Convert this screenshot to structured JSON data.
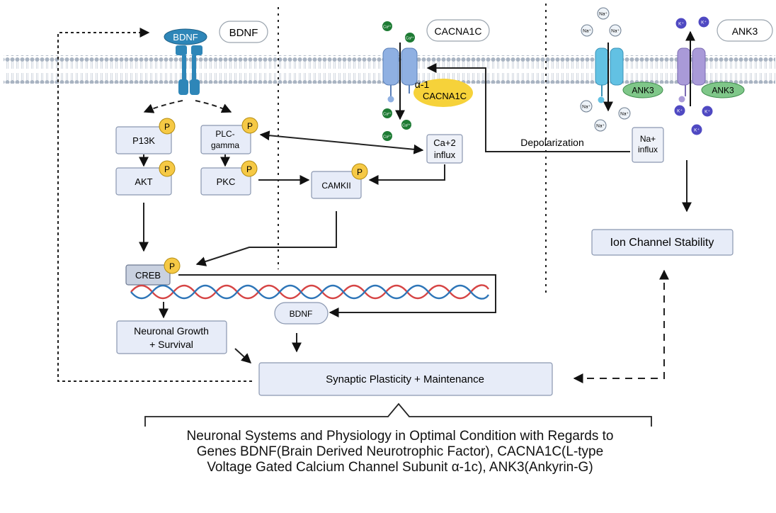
{
  "diagram": {
    "membrane_gene_labels": {
      "bdnf": "BDNF",
      "cacna1c": "CACNA1C",
      "ank3": "ANK3"
    },
    "receptor_label": "BDNF",
    "alpha1_label_line1": "α-1",
    "alpha1_label_line2": "CACNA1C",
    "ank3_domain_left": "ANK3",
    "ank3_domain_right": "ANK3",
    "ion_labels": {
      "calcium": "Ca²⁺",
      "sodium": "Na⁺",
      "potassium": "K⁺"
    },
    "phospho": "P",
    "nodes": {
      "p13k": "P13K",
      "akt": "AKT",
      "plc_line1": "PLC-",
      "plc_line2": "gamma",
      "pkc": "PKC",
      "camkii": "CAMKII",
      "ca_influx_line1": "Ca+2",
      "ca_influx_line2": "influx",
      "na_influx_line1": "Na+",
      "na_influx_line2": "influx",
      "creb": "CREB",
      "bdnf_product": "BDNF",
      "neuronal_growth_line1": "Neuronal Growth",
      "neuronal_growth_line2": "+ Survival",
      "synaptic": "Synaptic Plasticity + Maintenance",
      "ion_channel": "Ion Channel Stability"
    },
    "depolarization": "Depolarization",
    "caption_lines": [
      "Neuronal Systems and Physiology in Optimal Condition with Regards to",
      "Genes BDNF(Brain Derived Neurotrophic Factor), CACNA1C(L-type",
      "Voltage Gated Calcium Channel Subunit α-1c), ANK3(Ankyrin-G)"
    ]
  }
}
